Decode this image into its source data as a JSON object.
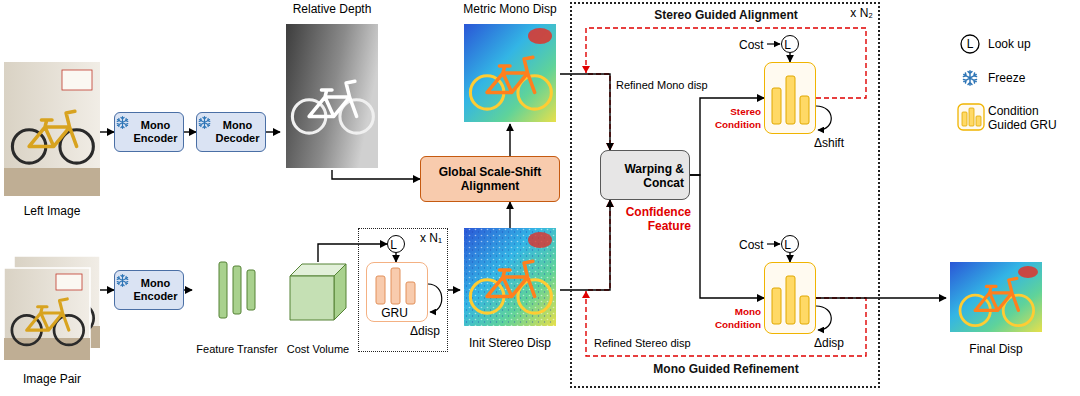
{
  "diagram": {
    "nodes": [
      {
        "text": [
          "Left Image"
        ]
      },
      {
        "text": [
          "Mono Encoder"
        ]
      },
      {
        "text": [
          "Mono Decoder"
        ]
      },
      {
        "text": [
          "Relative Depth"
        ]
      },
      {
        "text": [
          "Metric Mono Disp"
        ]
      },
      {
        "text": [
          "Global Scale-Shift Alignment"
        ]
      },
      {
        "text": [
          "Image Pair"
        ]
      },
      {
        "text": [
          "Mono Encoder"
        ]
      },
      {
        "text": [
          "Feature Transfer"
        ]
      },
      {
        "text": [
          "Cost Volume"
        ]
      },
      {
        "text": [
          "x N₁"
        ]
      },
      {
        "text": [
          "L"
        ],
        "in": 10
      },
      {
        "text": [
          "GRU"
        ],
        "in": 10
      },
      {
        "text": [
          "Init Stereo Disp"
        ]
      },
      {
        "text": [
          "x N₂"
        ]
      },
      {
        "text": [
          "L"
        ],
        "in": 14
      },
      {
        "text": [
          "Stereo Condition"
        ],
        "in": 14
      },
      {
        "text": [
          "Warping & Concat",
          "Confidence Feature"
        ],
        "in": 14
      },
      {
        "text": [
          "L"
        ],
        "in": 14
      },
      {
        "text": [
          "Mono Condition"
        ],
        "in": 14
      },
      {
        "text": [
          "Final Disp"
        ]
      }
    ],
    "edges": [
      {
        "from": 0,
        "to": 1,
        "arrow": "to"
      },
      {
        "from": 1,
        "to": 2,
        "arrow": "to"
      },
      {
        "from": 2,
        "to": 3,
        "arrow": "to"
      },
      {
        "from": 3,
        "to": 5,
        "arrow": "to"
      },
      {
        "from": 6,
        "to": 7,
        "arrow": "to"
      },
      {
        "from": 7,
        "to": 8,
        "arrow": "to"
      },
      {
        "from": 9,
        "to": 11,
        "arrow": "to"
      },
      {
        "from": 11,
        "to": 12,
        "arrow": "to"
      },
      {
        "from": 10,
        "to": 13,
        "arrow": "to"
      },
      {
        "from": 13,
        "to": 5,
        "arrow": "to"
      },
      {
        "from": 5,
        "to": 4,
        "arrow": "to"
      },
      {
        "from": 4,
        "to": 17,
        "arrow": "to"
      },
      {
        "from": 13,
        "to": 17,
        "arrow": "to"
      },
      {
        "from": 17,
        "to": 16,
        "arrow": "to"
      },
      {
        "from": 17,
        "to": 19,
        "arrow": "to"
      },
      {
        "from": 15,
        "to": 16,
        "arrow": "to"
      },
      {
        "from": 18,
        "to": 19,
        "arrow": "to"
      },
      {
        "from": 16,
        "to": 17,
        "arrow": "to"
      },
      {
        "from": 19,
        "to": 17,
        "arrow": "to"
      },
      {
        "from": 19,
        "to": 20,
        "arrow": "to"
      }
    ],
    "labels": [
      "Δdisp",
      "Stereo Guided Alignment",
      "Refined Mono disp",
      "Cost",
      "Δshift",
      "Refined Stereo disp",
      "Cost",
      "Δdisp",
      "Mono Guided Refinement",
      "L"
    ],
    "legend": [
      {
        "text": "Look up"
      },
      {
        "text": "Freeze"
      },
      {
        "text": "Condition Guided GRU"
      }
    ]
  }
}
